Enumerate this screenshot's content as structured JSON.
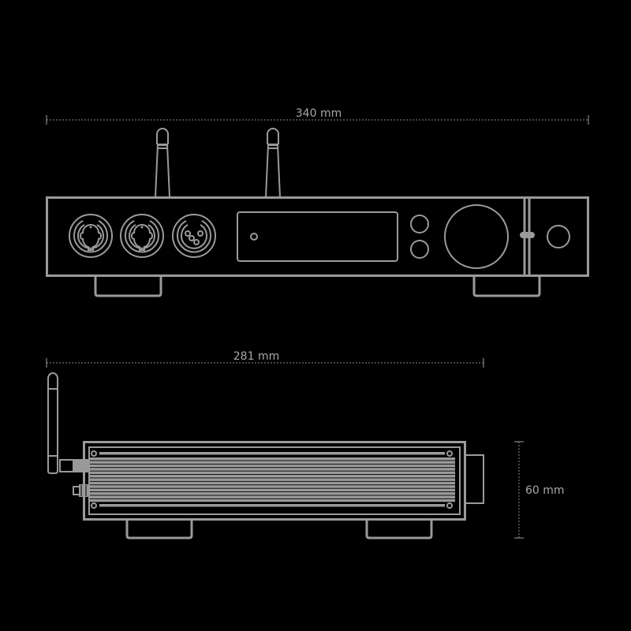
{
  "diagram": {
    "type": "technical-dimension-drawing",
    "colors": {
      "background": "#000000",
      "line": "#9a9a9a",
      "dimension": "#8a8a8a",
      "text": "#a8a8a8"
    },
    "front_view": {
      "width_label": "340 mm",
      "components": [
        "antenna-left",
        "antenna-right",
        "combo-jack-1",
        "combo-jack-2",
        "xlr-4pin-jack",
        "display-window",
        "button-top",
        "button-bottom",
        "volume-knob",
        "power-switch",
        "power-button"
      ]
    },
    "side_view": {
      "depth_label": "281 mm",
      "height_label": "60 mm",
      "components": [
        "antenna-side",
        "antenna-connector",
        "usb-connector",
        "heatsink-fins",
        "rear-panel-block",
        "foot-left",
        "foot-right"
      ]
    }
  }
}
